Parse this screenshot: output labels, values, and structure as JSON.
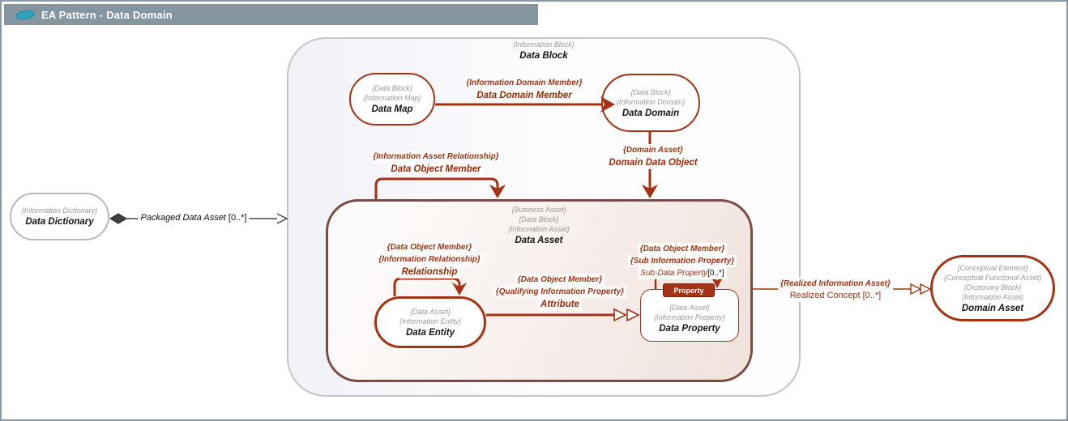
{
  "window": {
    "title": "EA Pattern - Data Domain"
  },
  "colors": {
    "accent_red": "#a33312",
    "container_brown": "#7c4b43",
    "titlebar_gray": "#8696a0",
    "icon_teal": "#2fa2bd",
    "neutral_gray_border": "#c4c4ca",
    "stereotype_gray": "#9a9a9a"
  },
  "nodes": {
    "data_dictionary": {
      "stereotypes": [
        "{Information Dictionary}"
      ],
      "name": "Data Dictionary"
    },
    "data_block": {
      "stereotypes": [
        "{Information Block}"
      ],
      "name": "Data Block"
    },
    "data_map": {
      "stereotypes": [
        "{Data Block}",
        "{Information Map}"
      ],
      "name": "Data Map"
    },
    "data_domain": {
      "stereotypes": [
        "{Data Block}",
        "{Information Domain}"
      ],
      "name": "Data Domain"
    },
    "data_asset": {
      "stereotypes": [
        "{Business Asset}",
        "{Data Block}",
        "{Information Asset}"
      ],
      "name": "Data Asset"
    },
    "data_entity": {
      "stereotypes": [
        "{Data Asset}",
        "{Information Entity}"
      ],
      "name": "Data Entity"
    },
    "data_property": {
      "stereotypes": [
        "{Data Asset}",
        "{Information Property}"
      ],
      "name": "Data Property",
      "tag": "Property"
    },
    "domain_asset": {
      "stereotypes": [
        "{Conceptual Element}",
        "{Conceptual Functional Asset}",
        "{Dictionary Block}",
        "{Information Asset}"
      ],
      "name": "Domain Asset"
    }
  },
  "edges": {
    "packaged_data_asset": {
      "label": "Packaged Data Asset",
      "cardinality": "[0..*]"
    },
    "data_domain_member": {
      "stereotype": "{Information Domain Member}",
      "label": "Data Domain Member"
    },
    "domain_data_object": {
      "stereotype": "{Domain Asset}",
      "label": "Domain Data Object"
    },
    "data_object_member": {
      "stereotype": "{Information Asset Relationship}",
      "label": "Data Object Member"
    },
    "relationship": {
      "stereotypes": [
        "{Data Object Member}",
        "{Information Relationship}"
      ],
      "label": "Relationship"
    },
    "attribute": {
      "stereotypes": [
        "{Data Object Member}",
        "{Qualifying Information Property}"
      ],
      "label": "Attribute"
    },
    "sub_data_property": {
      "stereotypes": [
        "{Data Object Member}",
        "{Sub Information Property}"
      ],
      "label": "Sub-Data Property",
      "cardinality": "[0..*]"
    },
    "realized_concept": {
      "stereotype": "{Realized Information Asset}",
      "label": "Realized Concept [0..*]"
    }
  }
}
